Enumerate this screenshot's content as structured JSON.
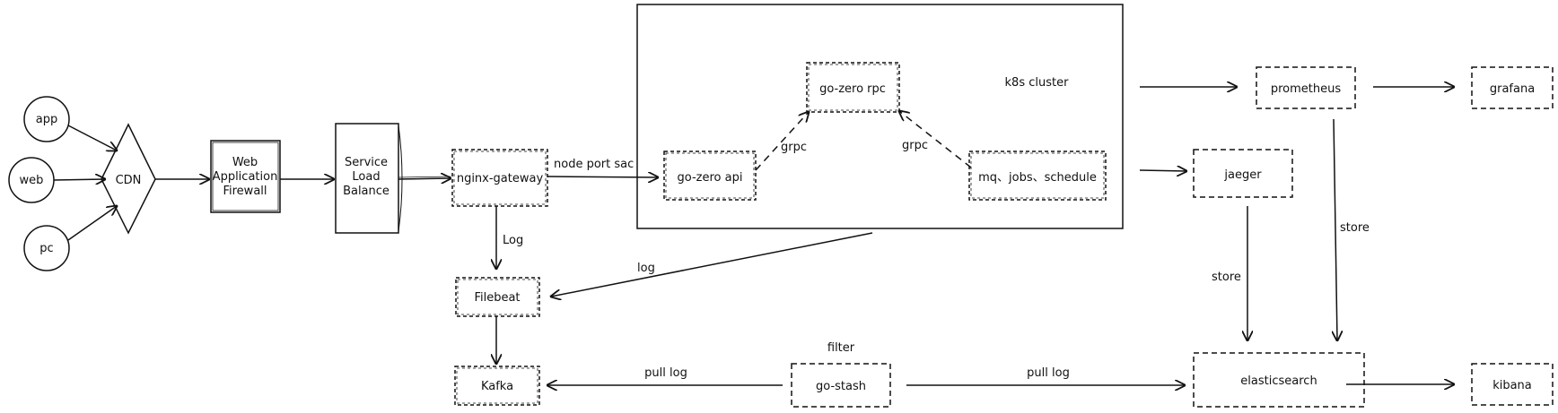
{
  "nodes": {
    "app": "app",
    "web": "web",
    "pc": "pc",
    "cdn": "CDN",
    "waf": [
      "Web",
      "Application",
      "Firewall"
    ],
    "slb": [
      "Service",
      "Load",
      "Balance"
    ],
    "nginx": "nginx-gateway",
    "filebeat": "Filebeat",
    "kafka": "Kafka",
    "gostash": "go-stash",
    "cluster": "k8s cluster",
    "goapi": "go-zero api",
    "gorpc": "go-zero rpc",
    "mq": "mq、jobs、schedule",
    "prometheus": "prometheus",
    "grafana": "grafana",
    "jaeger": "jaeger",
    "elasticsearch": "elasticsearch",
    "kibana": "kibana"
  },
  "edges": {
    "nodeport": "node port sac",
    "grpc_left": "grpc",
    "grpc_right": "grpc",
    "log_upper": "Log",
    "log_lower": "log",
    "pull_left": "pull log",
    "pull_right": "pull log",
    "filter": "filter",
    "store_jaeger": "store",
    "store_prom": "store"
  },
  "colors": {
    "stroke": "#111111",
    "background": "#ffffff"
  }
}
